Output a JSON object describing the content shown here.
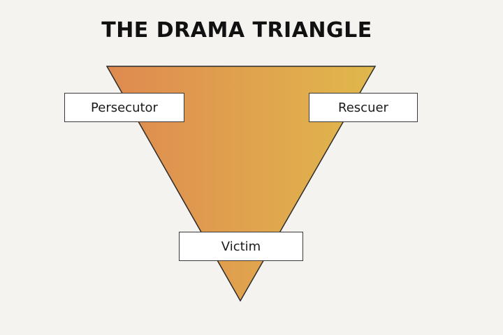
{
  "title": "THE DRAMA TRIANGLE",
  "roles": {
    "persecutor": "Persecutor",
    "rescuer": "Rescuer",
    "victim": "Victim"
  },
  "colors": {
    "background": "#f4f3f0",
    "triangle_left": "#df8a50",
    "triangle_right": "#e0b84c",
    "box_fill": "#ffffff",
    "box_border": "#3a3a3a"
  }
}
